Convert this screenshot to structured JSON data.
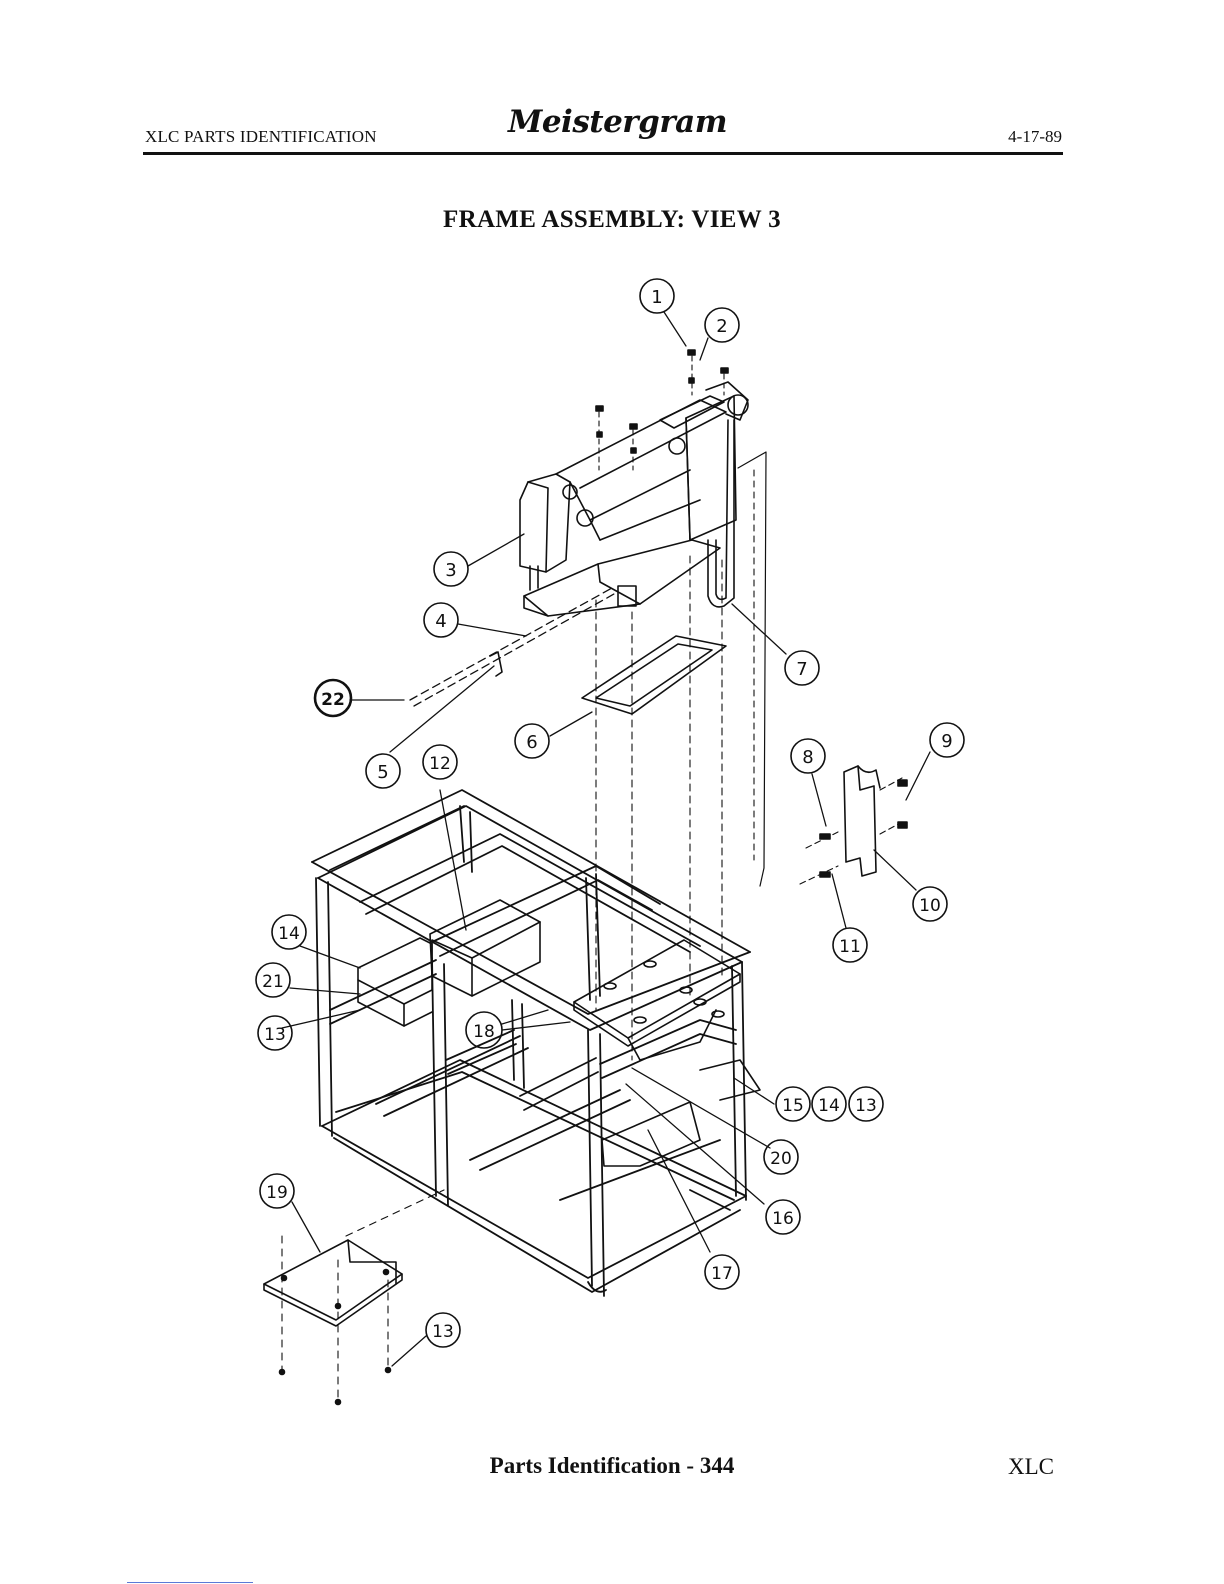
{
  "header": {
    "section": "XLC PARTS IDENTIFICATION",
    "brand": "Meistergram",
    "date": "4-17-89"
  },
  "title": "FRAME ASSEMBLY: VIEW 3",
  "callouts": [
    "1",
    "2",
    "3",
    "4",
    "22",
    "5",
    "12",
    "6",
    "7",
    "8",
    "9",
    "10",
    "11",
    "14",
    "21",
    "13",
    "18",
    "15",
    "14",
    "13",
    "20",
    "16",
    "17",
    "19",
    "13"
  ],
  "footer": {
    "page": "Parts Identification - 344",
    "model": "XLC"
  },
  "colors": {
    "ink": "#111111",
    "link_line": "#5b79d6"
  }
}
